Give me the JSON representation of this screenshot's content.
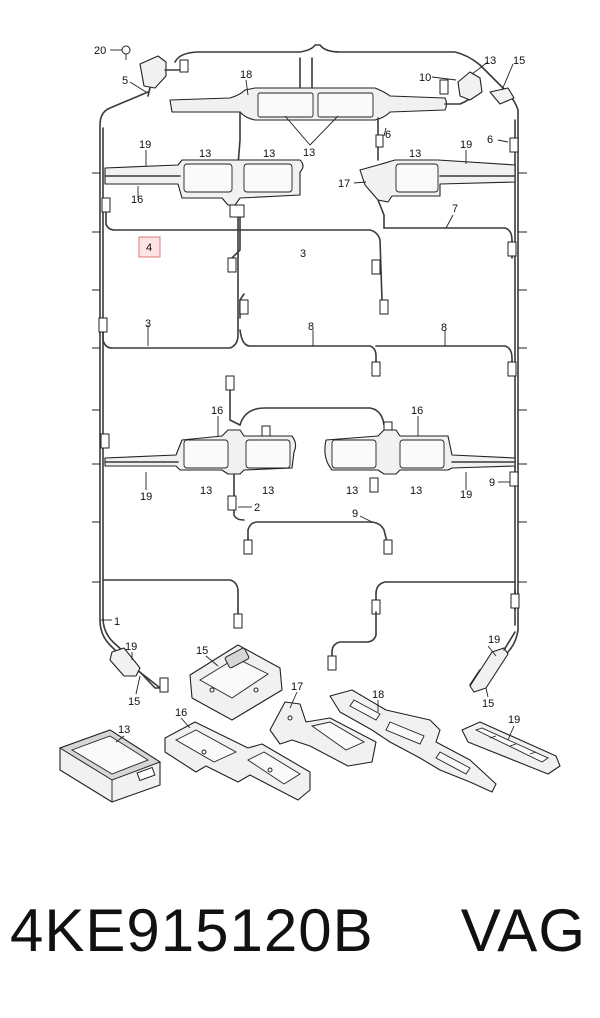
{
  "diagram": {
    "callouts": {
      "c1": "1",
      "c2": "2",
      "c3a": "3",
      "c3b": "3",
      "c4": "4",
      "c5": "5",
      "c6a": "6",
      "c6b": "6",
      "c7": "7",
      "c8a": "8",
      "c8b": "8",
      "c9a": "9",
      "c9b": "9",
      "c10": "10",
      "c13_top_a": "13",
      "c13_top_b": "13",
      "c13_top_c": "13",
      "c13_top_d": "13",
      "c13_top_e": "13",
      "c13_top_f": "13",
      "c13_mid_a": "13",
      "c13_mid_b": "13",
      "c13_mid_c": "13",
      "c13_mid_d": "13",
      "c13_part": "13",
      "c15_top": "15",
      "c15_l": "15",
      "c15_r": "15",
      "c15_part": "15",
      "c16_top": "16",
      "c16_mid_l": "16",
      "c16_mid_r": "16",
      "c16_part": "16",
      "c17_top": "17",
      "c17_part": "17",
      "c18_top": "18",
      "c18_part": "18",
      "c19_tl": "19",
      "c19_tr": "19",
      "c19_ml": "19",
      "c19_mr": "19",
      "c19_bl": "19",
      "c19_br": "19",
      "c19_part": "19",
      "c20": "20"
    }
  },
  "footer": {
    "part_number": "4KE915120B",
    "brand": "VAG"
  }
}
